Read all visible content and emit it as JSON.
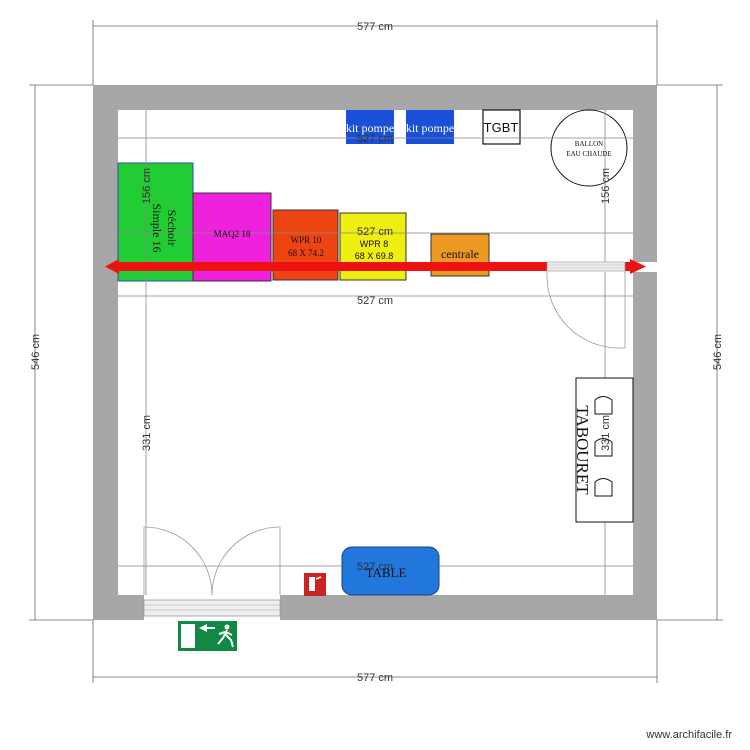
{
  "dimensions": {
    "top_width": "577 cm",
    "bottom_width": "577 cm",
    "left_height": "546 cm",
    "right_height": "546 cm",
    "inner_top": "527 cm",
    "inner_upper": "527 cm",
    "inner_mid": "527 cm",
    "inner_bottom": "527 cm",
    "left_upper": "156 cm",
    "right_upper": "156 cm",
    "left_lower": "331 cm",
    "right_lower": "331 cm"
  },
  "equipment": {
    "kit_pompe_1": "kit pompe",
    "kit_pompe_2": "kit pompe",
    "tgbt": "TGBT",
    "ballon_line1": "BALLON",
    "ballon_line2": "EAU CHAUDE",
    "sechoir_line1": "Séchoir",
    "sechoir_line2": "Simple 16",
    "maq": "MAQ2 18",
    "wpr10_line1": "WPR 10",
    "wpr10_line2": "68 X 74.2",
    "wpr8_line1": "WPR 8",
    "wpr8_line2": "68 X 69.8",
    "centrale": "centrale",
    "tabouret": "TABOURET",
    "table": "TABLE"
  },
  "colors": {
    "wall": "#a7a7a7",
    "kit_pompe": "#1a4fd8",
    "sechoir": "#22cc33",
    "maq": "#ee22dd",
    "wpr10": "#ee4411",
    "wpr8": "#eeee11",
    "centrale": "#ee9922",
    "table": "#2277dd",
    "pipe": "#ee1111",
    "exit_sign": "#118844",
    "extinguisher": "#cc2222"
  },
  "watermark": "www.archifacile.fr"
}
